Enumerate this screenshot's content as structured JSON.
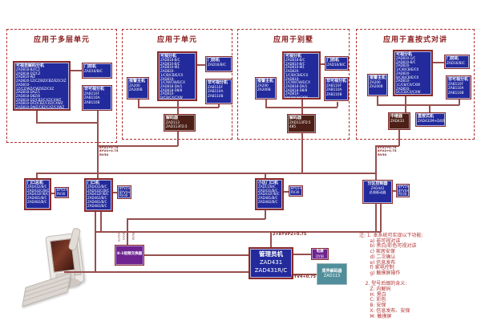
{
  "colors": {
    "navy": "#222a9c",
    "maroon_border": "#8a2a2a",
    "dark_brown": "#4d2017",
    "purple": "#6e2390",
    "teal": "#4f8e9a",
    "wire": "#96504e",
    "note_red": "#b03232",
    "dashed_red": "#b03030"
  },
  "sections": [
    {
      "title": "应用于多层单元",
      "main_unit": {
        "title": "可视自解码分机",
        "models": [
          "ZAD818-BZ/CZ",
          "ZAD818-DZ/CZ",
          "ZAD810-WZ",
          "ZAD820-1Z/CZ/BZ/CBZ/EZ/CXZ",
          "ZAD810-1Z/CZ/WZ/CWZ/EZ/CXZ",
          "ZAD818-DAZ/1",
          "ZAD818-D8Z/8",
          "ZAD810-DZ/CBZ/CXZ/CXWZ",
          "ZAD810-DFZ/CBZ/CXZ/CXWZ",
          "ZAD810-DWZ/CBZ/CXZ/CXWZ",
          "ZAD810-W2Z/CBZ/CXZ/CXWZ"
        ]
      },
      "door_station": {
        "title": "门前机",
        "model": "ZAD16/B/C"
      },
      "non_visual": {
        "title": "非可视分机",
        "models": [
          "ZAB110F",
          "ZAB110A",
          "ZAB110B"
        ]
      }
    },
    {
      "title": "应用于单元",
      "main_unit": {
        "title": "可视分机",
        "models": [
          "ZAD818-B/C",
          "ZAD810-B/C",
          "ZAD810-W1",
          "ZAD820-1/C/B/CB/E/CX",
          "ZAD810-1/C/W/CW/E/CX",
          "ZAD818-DA/1",
          "ZAD818-D8/8",
          "ZAD810-D/CB/CX/CXW",
          "ZAD810-DF/CB/CX/CXW",
          "ZAD810-DW/CB/CX/CXW",
          "ZAD810-W2/CB/CX/CXW"
        ]
      },
      "door_station": {
        "title": "门前机",
        "model": "ZAD16/B/C"
      },
      "alarm_host": {
        "title": "报警主机",
        "models": [
          "ZA200",
          "ZA200B"
        ]
      },
      "non_visual": {
        "title": "非可视分机",
        "models": [
          "ZAB110F",
          "ZAB110A",
          "ZAB110B"
        ]
      },
      "decoder": {
        "title": "解码器",
        "models": [
          "ZAD113",
          "ZAD113FD.5"
        ]
      }
    },
    {
      "title": "应用于别墅",
      "main_unit": {
        "title": "可视分机",
        "models": [
          "ZAD818-B/C",
          "ZAD810-B/C",
          "ZAD810-W1",
          "ZAD820-1/C/B/CB/E/CX",
          "ZAD810-1/C/W/CW/E/CX",
          "ZAD818-DA/1",
          "ZAD818-D8/8",
          "ZAD810-D/CB/CX/CXW",
          "ZAD810-DF/CB/CX/CXW",
          "ZAD810-DW/CB/CX/CXW",
          "ZAD810-W2/CB/CX/CXW"
        ]
      },
      "door_station": {
        "title": "门前机",
        "model": "ZAD16/B/C"
      },
      "alarm_host": {
        "title": "报警主机",
        "models": [
          "ZA200",
          "ZA200B"
        ]
      },
      "non_visual": {
        "title": "非可视分机",
        "models": [
          "ZAB110F",
          "ZAB110A",
          "ZAB110B"
        ]
      },
      "decoder": {
        "title": "解码器",
        "models": [
          "ZAD113FD.5",
          "485"
        ]
      }
    },
    {
      "title": "应用于直按式对讲",
      "main_unit": {
        "title": "可视分机",
        "models": [
          "ZAD810-1/C",
          "ZAD810-B/C",
          "ZAD820-1/C/B/CB/E/CX",
          "ZAD820-9/C/B/CB/E/CX",
          "ZAD810-1C/CB/CX/CXW",
          "ZAD810-DC/CB/CX/CXW",
          "ZAD810-9C",
          "ZAD810-9/C/B/CB/E/CX",
          "ZAD810-9C/CB/CX/CXW"
        ]
      },
      "door_station": {
        "title": "门前机",
        "model": "ZAD16/B/C"
      },
      "alarm_host": {
        "title": "报警主机",
        "models": [
          "ZA200",
          "ZA200B"
        ]
      },
      "non_visual": {
        "title": "非可视分机",
        "models": [
          "ZAB110F",
          "ZAB110A",
          "ZAB110B"
        ]
      },
      "repeater": {
        "title": "中继器",
        "model": "ZAD433"
      },
      "direct_panel": {
        "title": "直按式机",
        "model": "ZAD432M+D4/B"
      }
    }
  ],
  "middle": {
    "entrance_master": {
      "title": "门口总机",
      "models": [
        "ZAD432/B/C",
        "ZAD432C/B/C",
        "ZAD432F/B/C",
        "ZAD481/B/C",
        "ZAD482/B/C"
      ]
    },
    "entrance_station": {
      "title": "门口机",
      "models": [
        "ZAD432/B/C",
        "ZAD432C/B/C",
        "ZAD432F/B/C",
        "ZAD462/B/C",
        "ZAD481/B/C",
        "ZAD482/B/C"
      ]
    },
    "community_gate": {
      "title": "小区门口机",
      "models": [
        "ZAD11/B/C",
        "ZAD431/B/C",
        "ZAD432F/B/C",
        "ZAD481/B/C",
        "ZAD482/B/C"
      ]
    },
    "zone_controller": {
      "title": "分区控制器",
      "model": "ZAD442",
      "subtitle": "总线驱动器"
    },
    "junction_1": {
      "lines": [
        "8YV2+0.75",
        "RV30"
      ]
    },
    "junction_2": {
      "lines": [
        "8YV2+0.75",
        "8YV4+0.75",
        "RV30"
      ]
    },
    "junction_3": {
      "lines": [
        "8YV2+0.75",
        "RV30"
      ]
    },
    "junction_4": {
      "lines": [
        "8YV2+0.75",
        "8YV4+0.75",
        "RV30"
      ]
    }
  },
  "bottom": {
    "video_switcher": {
      "title": "8-1视频交换器"
    },
    "manager": {
      "title": "管理员机",
      "models": [
        "ZAD431",
        "ZAD431R/C"
      ]
    },
    "power_supply": {
      "title": "电源",
      "model": "DY/B"
    },
    "perimeter_decoder": {
      "title": "周界解码器",
      "model": "ZAD113"
    }
  },
  "cables": {
    "left_riser": [
      "8YV2+0.75",
      "8YV4+0.75",
      "RV30"
    ],
    "right_riser": [
      "8YV2+0.75",
      "8YV4+0.75",
      "RV30"
    ],
    "manager_top": "2×8YVP2+0.75",
    "manager_right": "8YV4+0.75",
    "switcher_top": [
      "SYV75",
      "8YV2",
      "RV30"
    ]
  },
  "notes": {
    "lines": [
      "注: 1. 本系统可实现以下功能:",
      "       a) 非可视对讲",
      "       b) 黑白/彩色可视对讲",
      "       c) 家居安保",
      "       d) 二次确认",
      "       e) 信息发布",
      "       f) 家电控制",
      "       g) 触摸屏操作",
      "",
      "    2. 型号后缀的含义:",
      "       Z: 内解码",
      "       H: 黑白",
      "       C: 彩色",
      "       B: 安保",
      "       X: 信息发布、安保",
      "       M: 触摸屏"
    ]
  }
}
